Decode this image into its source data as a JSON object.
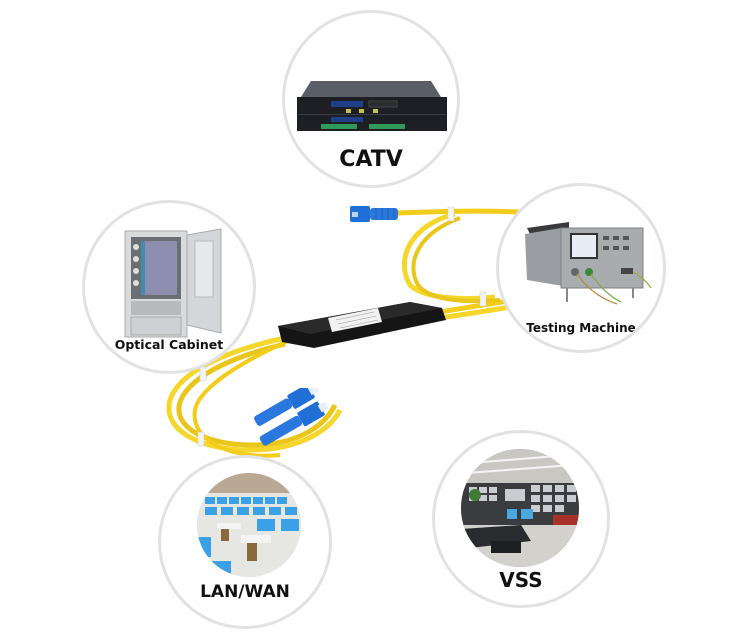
{
  "diagram": {
    "type": "fiber-optic PLC splitter application overview",
    "center_device": "PLC fiber splitter box with yellow fiber cables and blue SC connectors",
    "applications": [
      {
        "id": "catv",
        "label": "CATV",
        "image": "rack-mounted CATV equipment"
      },
      {
        "id": "optical-cabinet",
        "label": "Optical Cabinet",
        "image": "open outdoor optical distribution cabinet"
      },
      {
        "id": "testing-machine",
        "label": "Testing Machine",
        "image": "optical test instrument with display"
      },
      {
        "id": "lan-wan",
        "label": "LAN/WAN",
        "image": "computer lab with blue monitors"
      },
      {
        "id": "vss",
        "label": "VSS",
        "image": "video surveillance control room"
      }
    ]
  },
  "colors": {
    "circle_border": "#e2e2e2",
    "cable_yellow": "#f5d21e",
    "connector_blue": "#1f6fd6",
    "splitter_black": "#151515",
    "text": "#111111"
  }
}
